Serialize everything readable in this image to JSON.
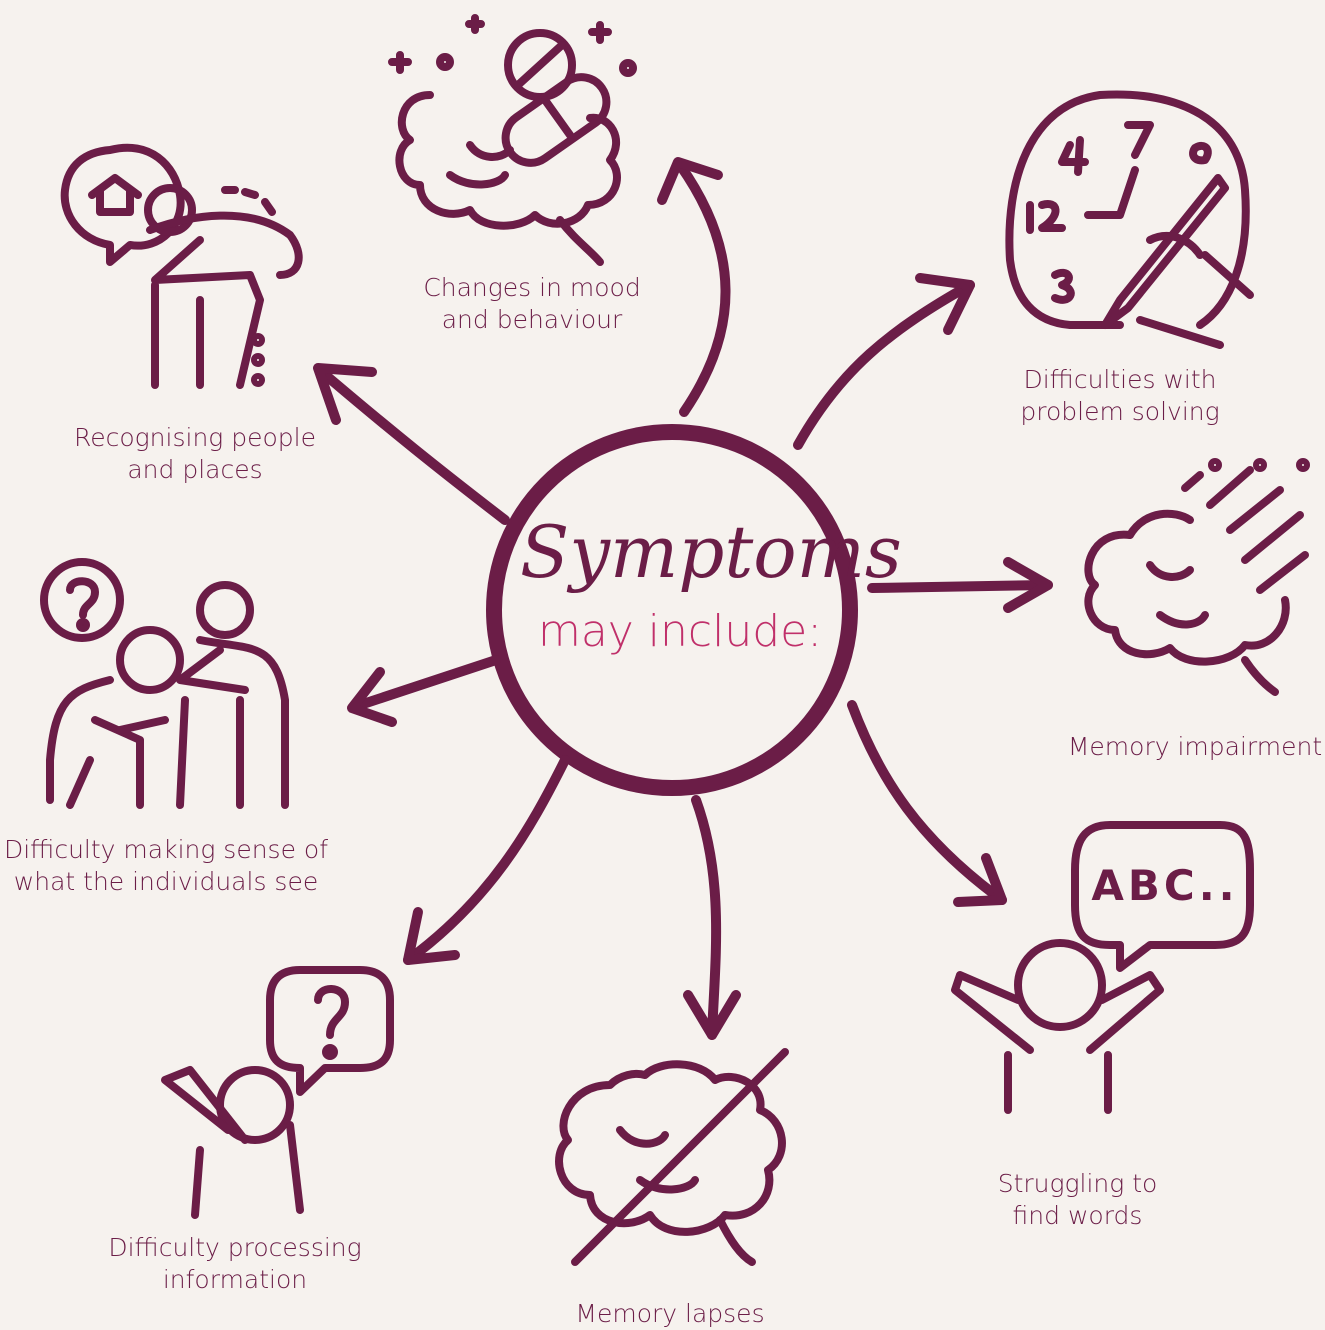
{
  "center": {
    "title": "Symptoms",
    "subtitle": "may include:"
  },
  "symptoms": [
    {
      "label": "Changes in mood\nand behaviour",
      "icon": "brain-pill-icon"
    },
    {
      "label": "Difficulties with\nproblem solving",
      "icon": "clock-drawing-icon"
    },
    {
      "label": "Memory impairment",
      "icon": "fading-brain-icon"
    },
    {
      "label": "Struggling to\nfind words",
      "icon": "abc-speech-icon"
    },
    {
      "label": "Memory lapses",
      "icon": "crossed-brain-icon"
    },
    {
      "label": "Difficulty processing\ninformation",
      "icon": "question-head-icon"
    },
    {
      "label": "Difficulty making sense of\nwhat the individuals see",
      "icon": "confused-person-icon"
    },
    {
      "label": "Recognising people\nand places",
      "icon": "home-elder-icon"
    }
  ],
  "colors": {
    "primary": "#6b1d47",
    "accent": "#c0306a",
    "background": "#f6f2ee"
  }
}
